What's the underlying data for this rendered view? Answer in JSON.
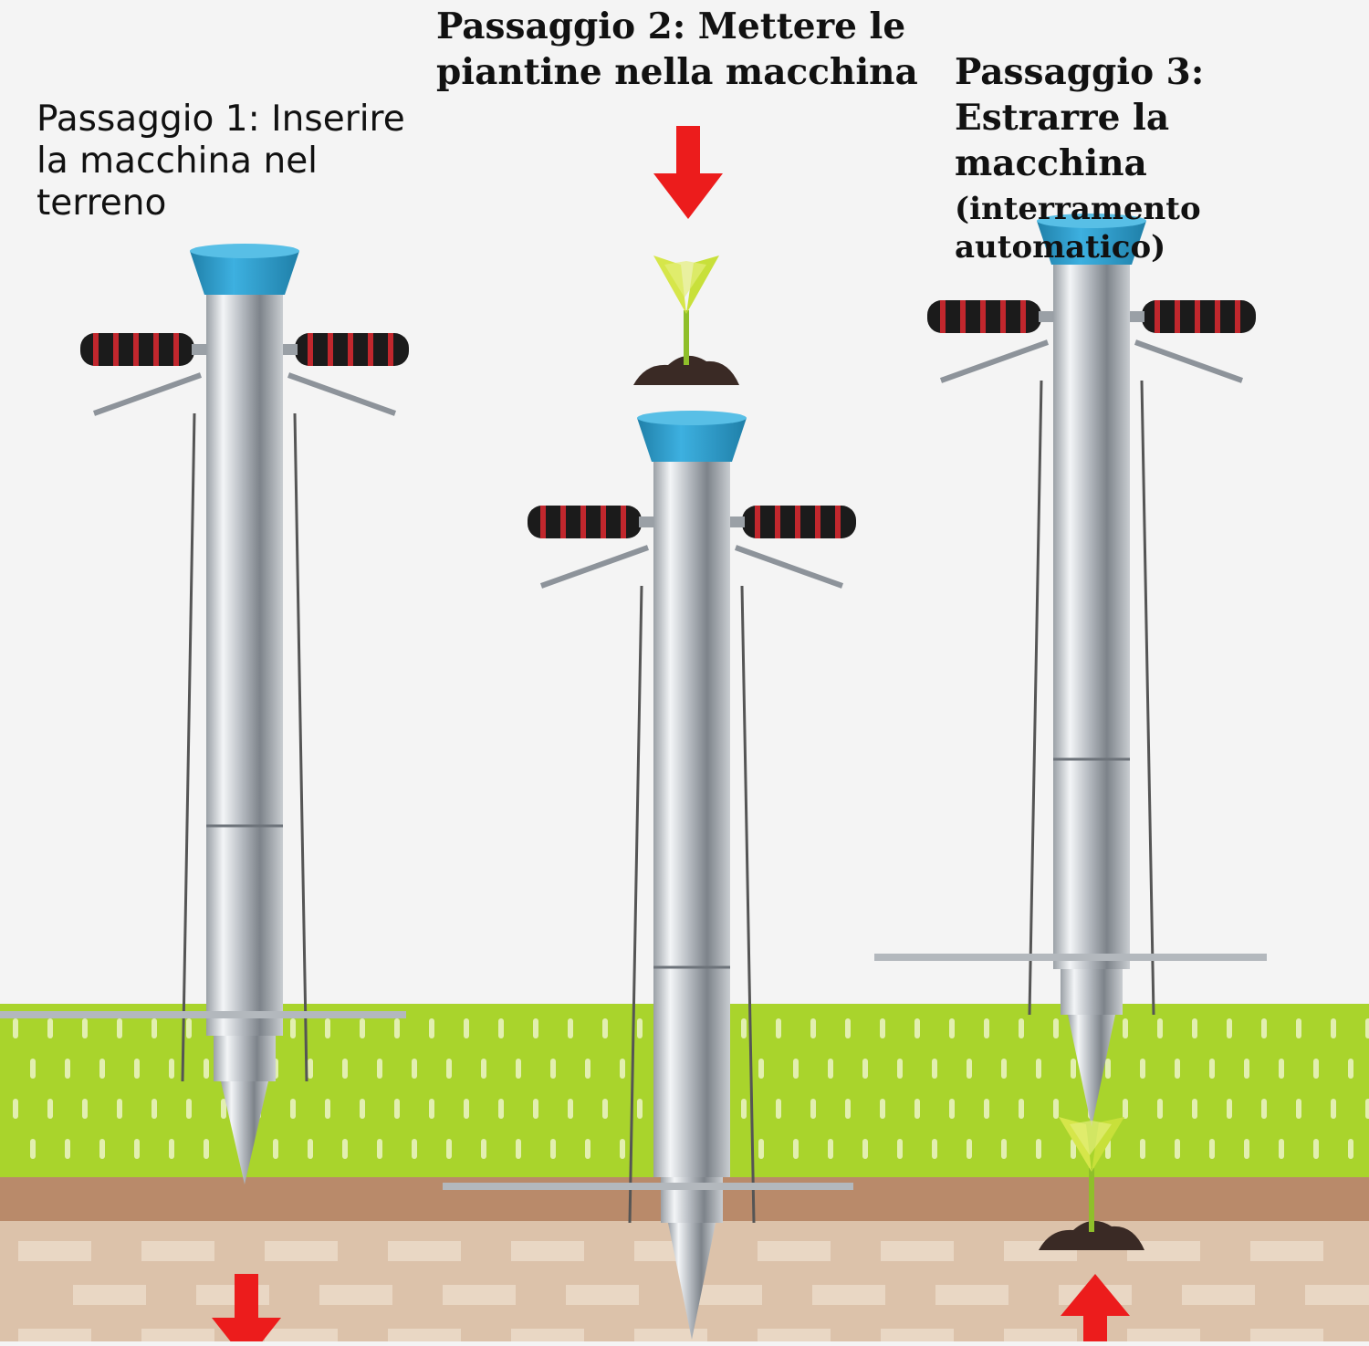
{
  "steps": [
    {
      "id": "step1",
      "caption": "Passaggio 1: Inserire\nla macchina nel\nterreno"
    },
    {
      "id": "step2",
      "caption": "Passaggio 2: Mettere le\npiantine nella macchina"
    },
    {
      "id": "step3",
      "caption": "Passaggio 3:\nEstrarre la\nmacchina",
      "note": "(interramento\nautomatico)"
    }
  ],
  "colors": {
    "background": "#f4f4f4",
    "grass": "#a9d42c",
    "grass_dash": "#ecf3c8",
    "soil_top": "#b98a6a",
    "soil": "#dcc2aa",
    "soil_block": "#e9d7c4",
    "arrow": "#ec1c1c",
    "cup": "#2c9fcf",
    "handle": "#1b1b1b",
    "handle_ring": "#c1272d",
    "steel_light": "#f2f4f6",
    "steel_dark": "#8d939a",
    "seedling": "#c8e03a",
    "seedling_stem": "#8fbf2a",
    "soil_clump": "#3a2a25"
  },
  "icons": [
    "arrow-down-icon",
    "arrow-up-icon",
    "seedling-icon",
    "planter-tool-icon"
  ]
}
